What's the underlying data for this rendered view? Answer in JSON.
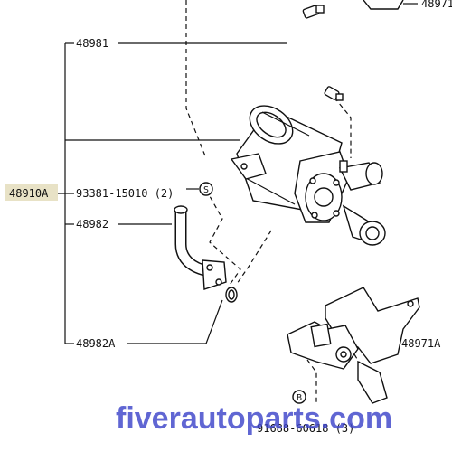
{
  "labels": {
    "top_right": "48971",
    "p48981": "48981",
    "p48910A": "48910A",
    "p93381": "93381-15010 (2)",
    "p48982": "48982",
    "p48982A": "48982A",
    "p48971A": "48971A",
    "bottom": "91688-60618 (3)"
  },
  "symbols": {
    "s": "S",
    "b": "B"
  },
  "watermark": "fiverautoparts.com",
  "colors": {
    "ink": "#111111",
    "watermark": "#3d44c9",
    "label_highlight": "#e8e2c6"
  }
}
